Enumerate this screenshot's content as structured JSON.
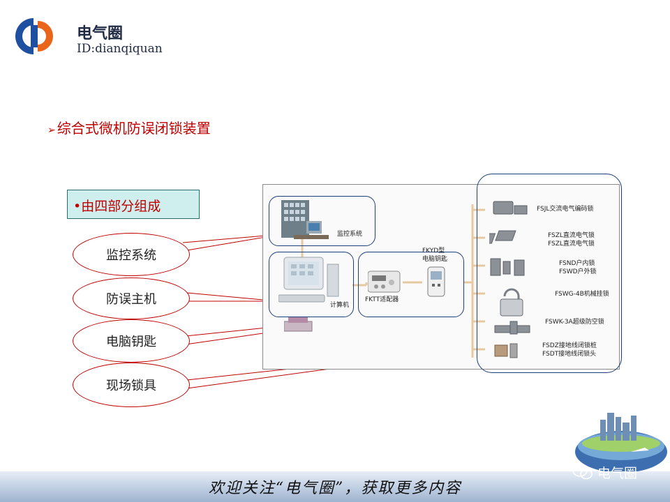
{
  "brand": {
    "title": "电气圈",
    "id_text": "ID:dianqiquan"
  },
  "heading": {
    "arrow": "➢",
    "text": "综合式微机防误闭锁装置"
  },
  "components_box": {
    "label": "•由四部分组成"
  },
  "ellipses": [
    {
      "label": "监控系统"
    },
    {
      "label": "防误主机"
    },
    {
      "label": "电脑钥匙"
    },
    {
      "label": "现场锁具"
    }
  ],
  "diagram": {
    "monitor_label": "监控系统",
    "computer_label": "计算机",
    "adapter_label": "FKTT适配器",
    "key_label_line1": "FKYD型",
    "key_label_line2": "电脑钥匙",
    "locks": [
      {
        "lines": [
          "FSJL交流电气编码锁"
        ]
      },
      {
        "lines": [
          "FSZL直流电气锁",
          "FSZL直流电气锁"
        ]
      },
      {
        "lines": [
          "FSND户内锁",
          "FSWD户外锁"
        ]
      },
      {
        "lines": [
          "FSWG-4B机械挂锁"
        ]
      },
      {
        "lines": [
          "FSWK-3A超级防空锁"
        ]
      },
      {
        "lines": [
          "FSDZ接地线闭锁桩",
          "FSDT接地线闭锁头"
        ]
      }
    ]
  },
  "footer": {
    "text": "欢迎关注“电气圈”，获取更多内容",
    "badge": "电气圈"
  },
  "colors": {
    "accent_red": "#c00000",
    "highlight_blue": "#1e3f7a",
    "box_fill": "#cfeeee",
    "logo_blue": "#1f4fa0",
    "logo_orange": "#e8651a"
  }
}
